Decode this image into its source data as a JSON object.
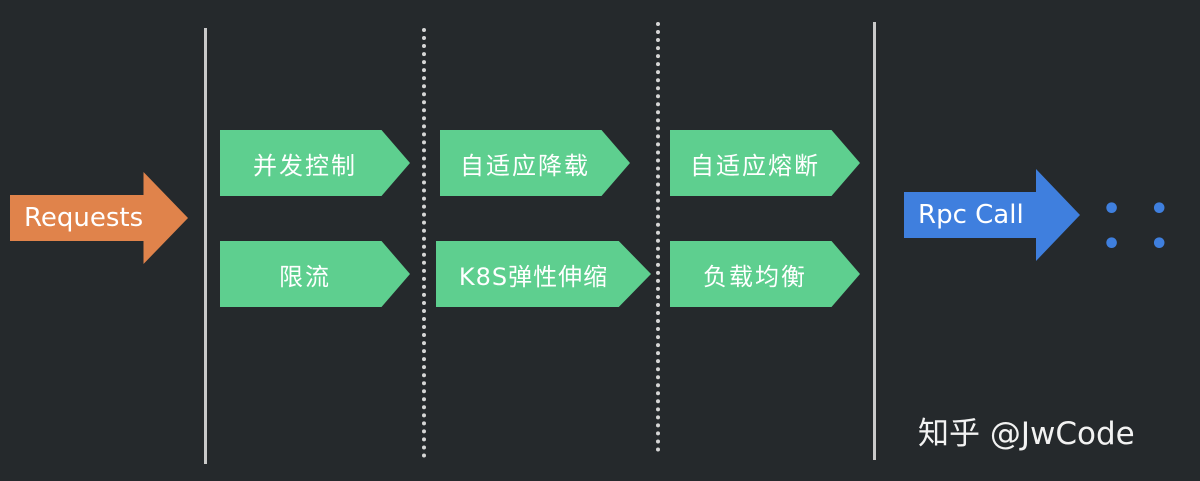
{
  "input": {
    "label": "Requests",
    "color": "#e0834b"
  },
  "columns": [
    {
      "items": [
        "并发控制",
        "限流"
      ]
    },
    {
      "items": [
        "自适应降载",
        "K8S弹性伸缩"
      ]
    },
    {
      "items": [
        "自适应熔断",
        "负载均衡"
      ]
    }
  ],
  "output": {
    "label": "Rpc Call",
    "color": "#3f7fde"
  },
  "ellipsis": "• • • •",
  "watermark": "知乎 @JwCode",
  "colors": {
    "background": "#25292c",
    "stage_arrow": "#5ecf8f"
  }
}
